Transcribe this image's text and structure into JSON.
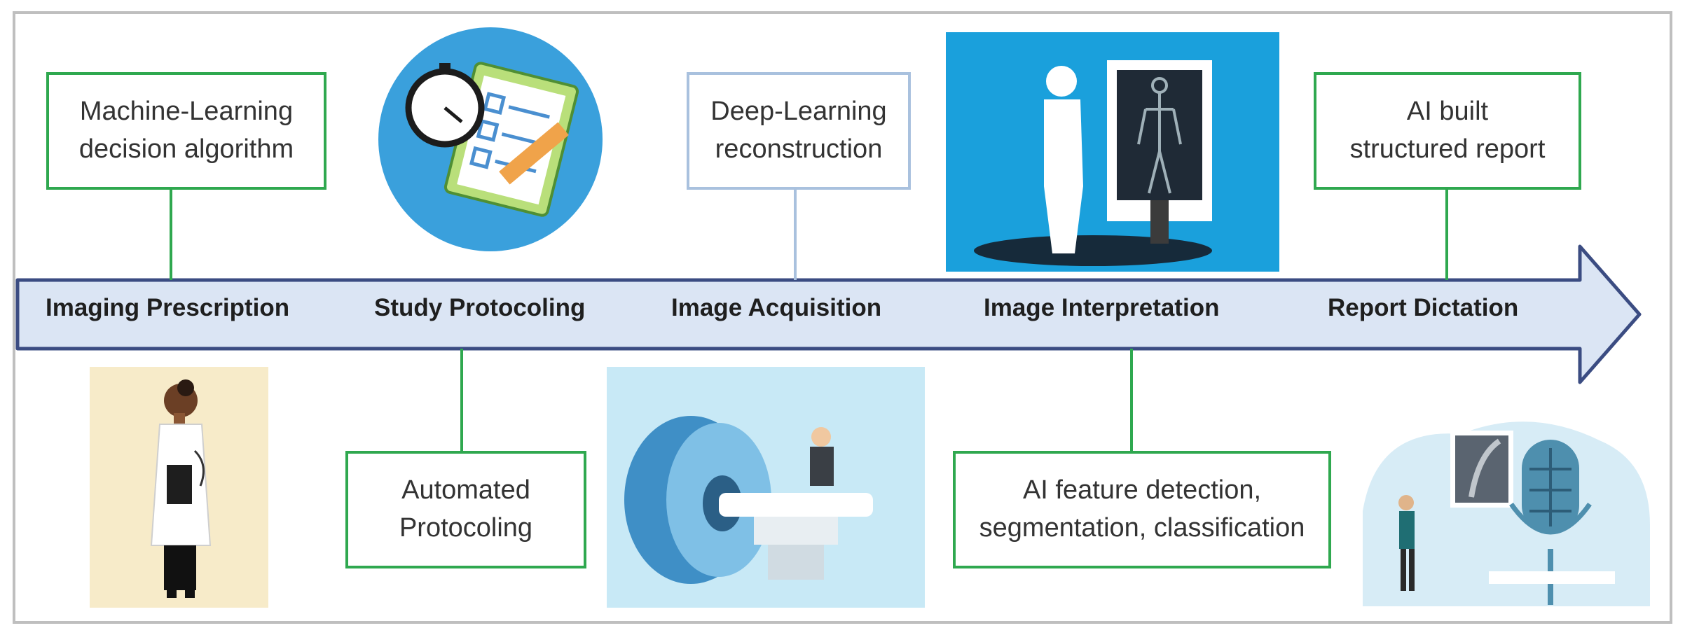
{
  "colors": {
    "box_border": "#2fa84f",
    "box_border_light": "#a9c1de",
    "arrow_fill": "#dbe5f4",
    "arrow_stroke": "#3b4c82"
  },
  "stages": [
    {
      "label": "Imaging Prescription"
    },
    {
      "label": "Study Protocoling"
    },
    {
      "label": "Image Acquisition"
    },
    {
      "label": "Image Interpretation"
    },
    {
      "label": "Report Dictation"
    }
  ],
  "boxes": {
    "ml": [
      "Machine-Learning",
      "decision algorithm"
    ],
    "dl": [
      "Deep-Learning",
      "reconstruction"
    ],
    "report": [
      "AI built",
      "structured report"
    ],
    "protocol": [
      "Automated",
      "Protocoling"
    ],
    "feature": [
      "AI feature detection,",
      "segmentation, classification"
    ]
  },
  "icons": [
    "doctor-illustration",
    "stopwatch-checklist-illustration",
    "mri-scanner-illustration",
    "xray-viewer-illustration",
    "dictation-microphone-illustration"
  ]
}
